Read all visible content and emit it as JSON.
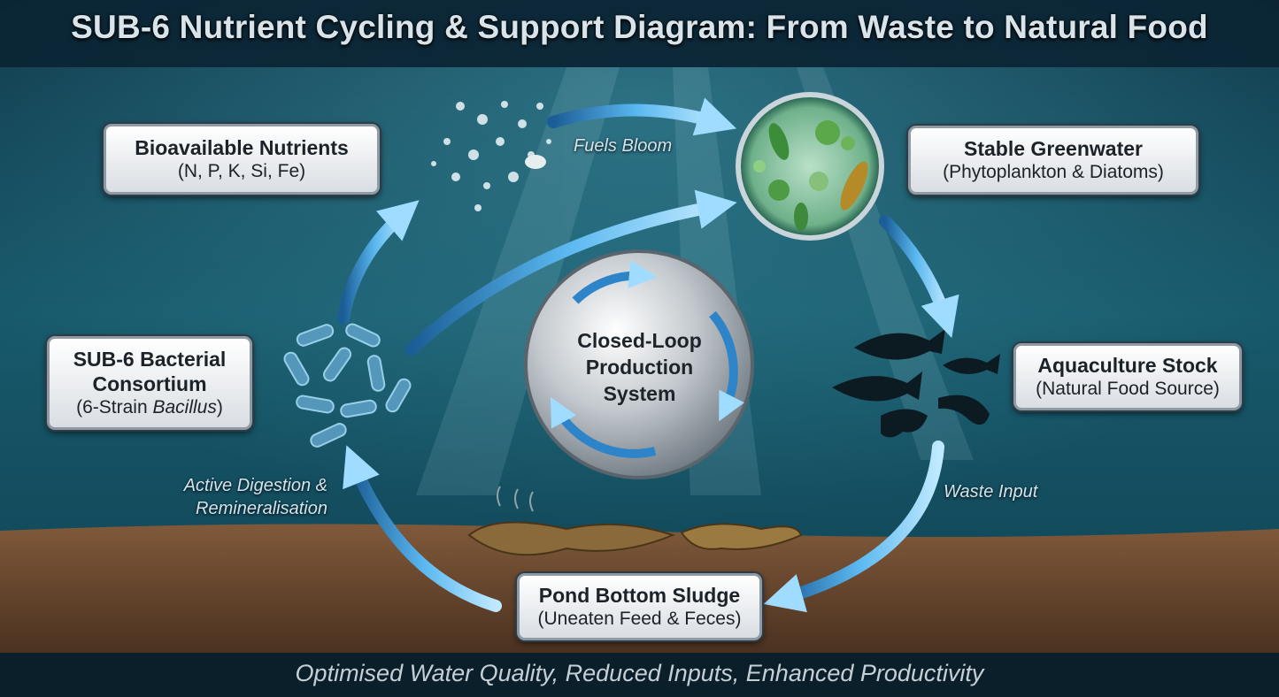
{
  "title": "SUB-6 Nutrient Cycling & Support Diagram: From Waste to Natural Food",
  "footer": "Optimised Water Quality, Reduced Inputs, Enhanced Productivity",
  "center": {
    "line1": "Closed-Loop",
    "line2": "Production",
    "line3": "System"
  },
  "nodes": {
    "nutrients": {
      "title": "Bioavailable Nutrients",
      "subtitle": "(N, P, K, Si, Fe)"
    },
    "greenwater": {
      "title": "Stable Greenwater",
      "subtitle": "(Phytoplankton & Diatoms)"
    },
    "stock": {
      "title": "Aquaculture Stock",
      "subtitle": "(Natural Food Source)"
    },
    "sludge": {
      "title": "Pond Bottom Sludge",
      "subtitle": "(Uneaten Feed & Feces)"
    },
    "bacteria": {
      "line1": "SUB-6 Bacterial",
      "line2": "Consortium",
      "sub_prefix": "(6-Strain ",
      "sub_italic": "Bacillus",
      "sub_suffix": ")"
    }
  },
  "edges": {
    "fuels_bloom": "Fuels Bloom",
    "waste_input": "Waste Input",
    "digestion_line1": "Active Digestion &",
    "digestion_line2": "Remineralisation"
  },
  "icons": {
    "nutrients": "nutrient-particles-icon",
    "greenwater": "phytoplankton-icon",
    "stock": "fish-shrimp-icon",
    "bacteria": "bacteria-icon",
    "sludge": "leaf-litter-icon",
    "loop": "recycle-arrows-icon"
  },
  "colors": {
    "water_top": "#0e3547",
    "water_mid": "#175a6c",
    "sediment": "#6b4a2c",
    "arrow": "#3d9fe0",
    "arrow_glow": "#7fd0ff",
    "title_bar": "#0b2433"
  }
}
